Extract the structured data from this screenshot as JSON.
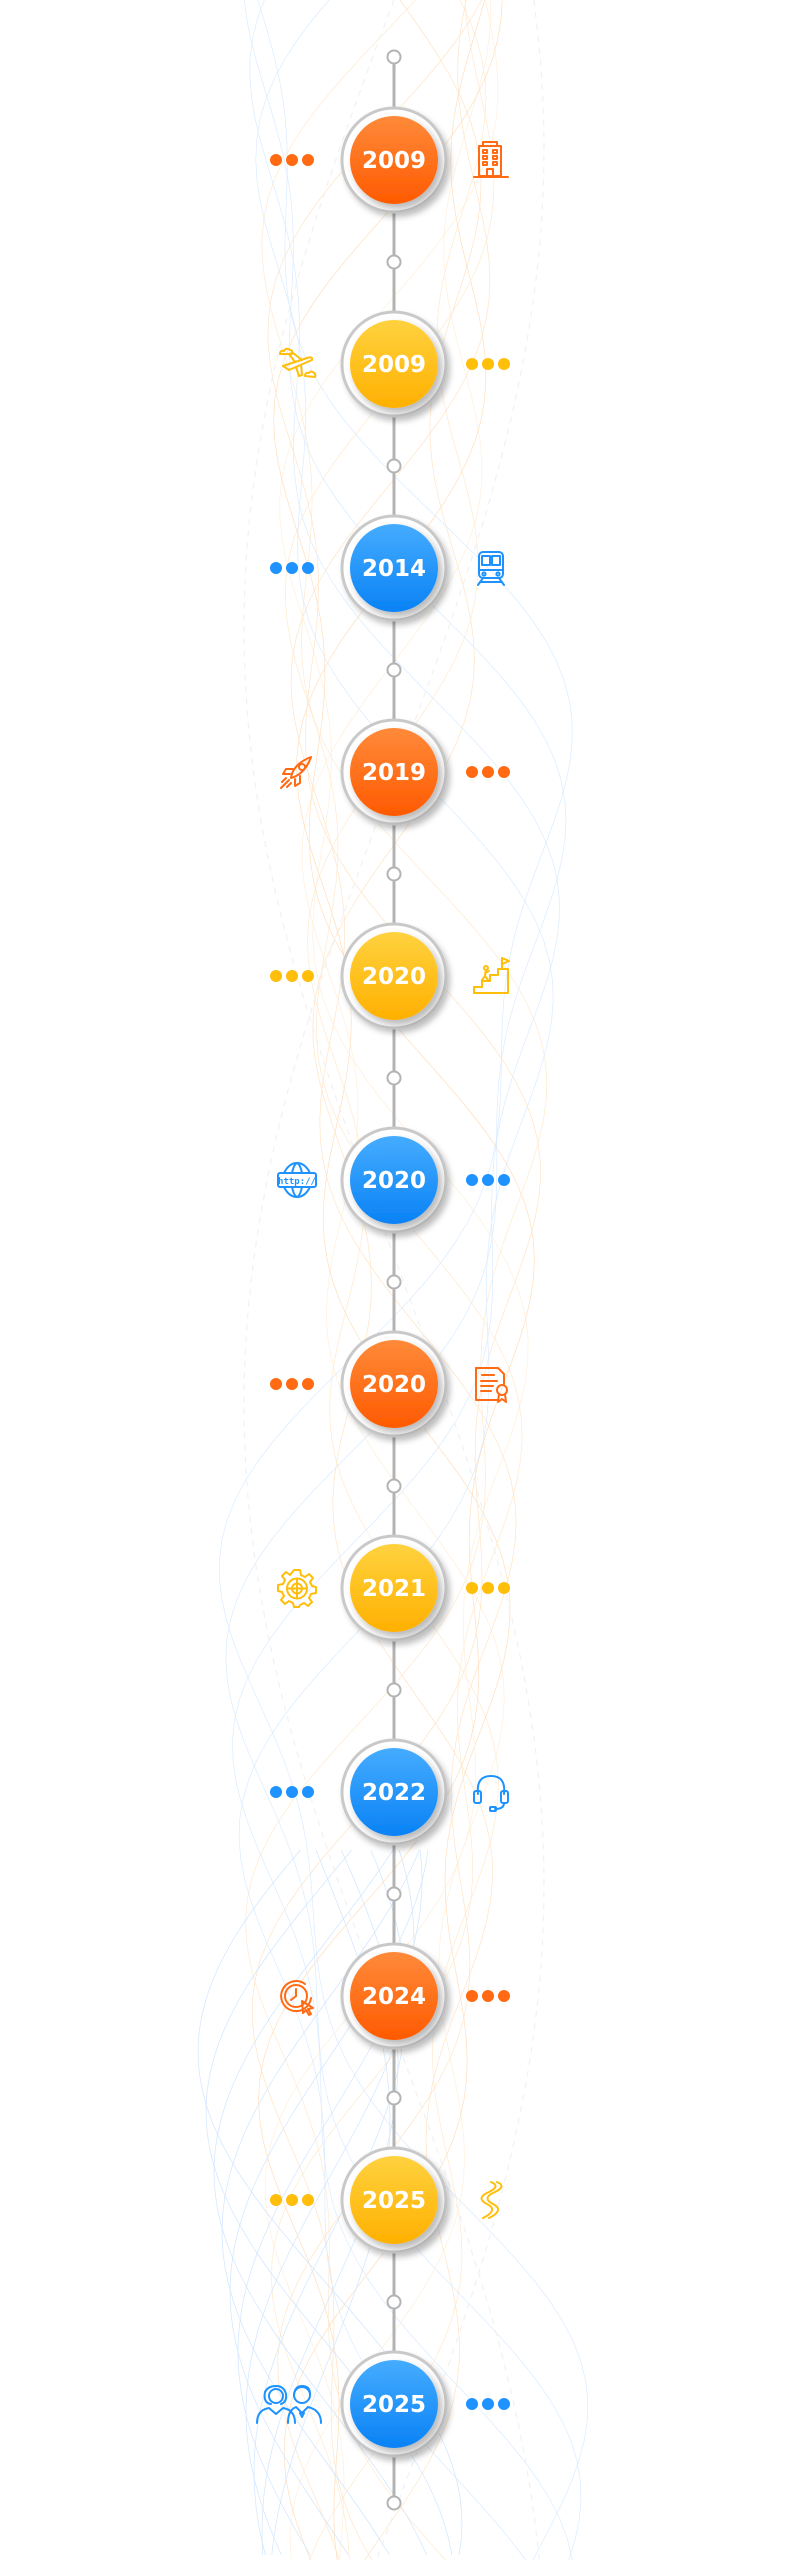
{
  "palette": {
    "orange": "#ff6a13",
    "yellow": "#ffbe0a",
    "blue": "#1e93ff",
    "line": "#b3b3b3",
    "ring": "#c9c9c9"
  },
  "timeline": {
    "milestones": [
      {
        "year": "2009",
        "color": "orange",
        "icon": "office-building-icon",
        "icon_side": "right"
      },
      {
        "year": "2009",
        "color": "yellow",
        "icon": "airplane-clouds-icon",
        "icon_side": "left"
      },
      {
        "year": "2014",
        "color": "blue",
        "icon": "train-icon",
        "icon_side": "right"
      },
      {
        "year": "2019",
        "color": "orange",
        "icon": "rocket-icon",
        "icon_side": "left"
      },
      {
        "year": "2020",
        "color": "yellow",
        "icon": "stairs-flag-icon",
        "icon_side": "right"
      },
      {
        "year": "2020",
        "color": "blue",
        "icon": "http-globe-icon",
        "icon_side": "left"
      },
      {
        "year": "2020",
        "color": "orange",
        "icon": "certificate-icon",
        "icon_side": "right"
      },
      {
        "year": "2021",
        "color": "yellow",
        "icon": "gear-icon",
        "icon_side": "left"
      },
      {
        "year": "2022",
        "color": "blue",
        "icon": "headset-icon",
        "icon_side": "right"
      },
      {
        "year": "2024",
        "color": "orange",
        "icon": "clock-cursor-icon",
        "icon_side": "left"
      },
      {
        "year": "2025",
        "color": "yellow",
        "icon": "winding-path-icon",
        "icon_side": "right"
      },
      {
        "year": "2025",
        "color": "blue",
        "icon": "people-icon",
        "icon_side": "left"
      }
    ]
  }
}
